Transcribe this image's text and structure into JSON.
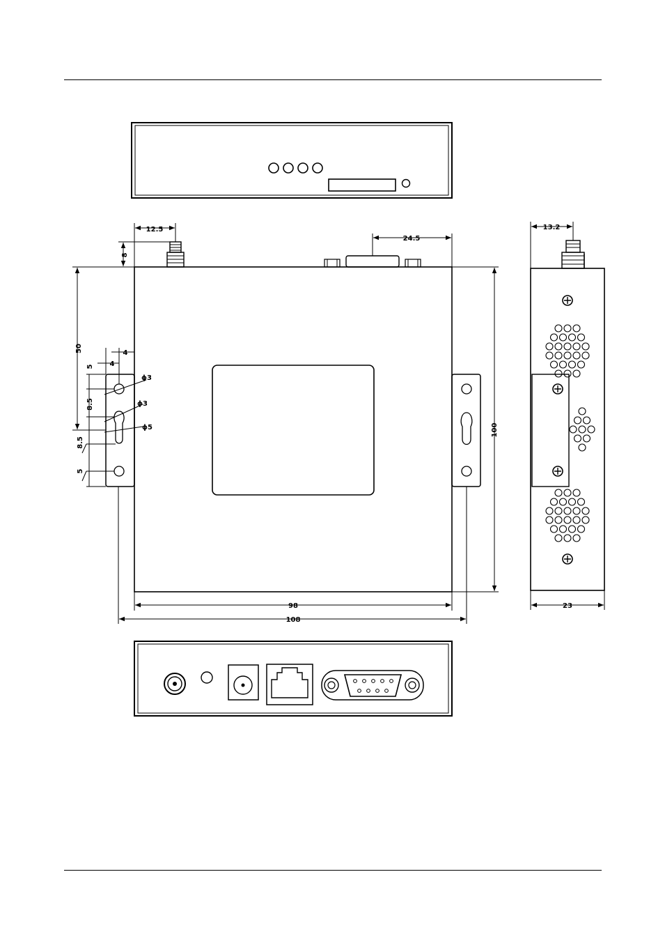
{
  "diagram": {
    "dimensions": {
      "antenna_offset": "12.5",
      "antenna_height": "8",
      "serial_offset": "24.5",
      "side_antenna_offset": "13.2",
      "half_height": "50",
      "hole_offset_a": "4",
      "hole_offset_b": "4",
      "hole_dia_top": "ϕ3",
      "hole_dia_mid": "ϕ3",
      "slot_width": "ϕ5",
      "spacing_top": "5",
      "spacing_a": "8.5",
      "spacing_b": "8.5",
      "spacing_bottom": "5",
      "full_height": "100",
      "body_width": "98",
      "overall_width": "108",
      "depth": "23"
    }
  }
}
